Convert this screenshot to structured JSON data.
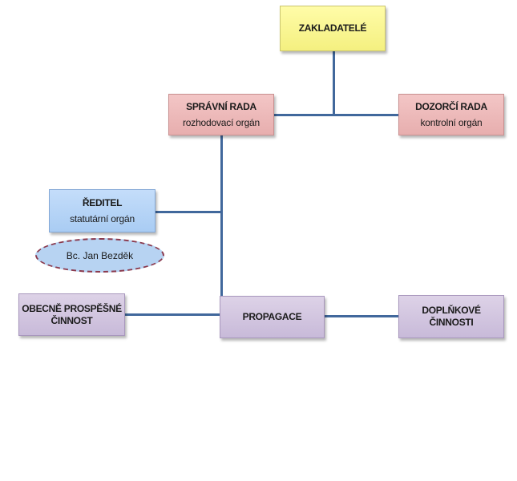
{
  "diagram": {
    "nodes": {
      "zakladatele": {
        "title": "ZAKLADATELÉ"
      },
      "spravni_rada": {
        "title": "SPRÁVNÍ RADA",
        "subtitle": "rozhodovací orgán"
      },
      "dozorci_rada": {
        "title": "DOZORČÍ RADA",
        "subtitle": "kontrolní orgán"
      },
      "reditel": {
        "title": "ŘEDITEL",
        "subtitle": "statutární orgán"
      },
      "reditel_person": {
        "title": "Bc. Jan Bezděk"
      },
      "obecne": {
        "title_line1": "OBECNĚ PROSPĚŠNÉ",
        "title_line2": "ČINNOST"
      },
      "propagace": {
        "title": "PROPAGACE"
      },
      "doplnkove": {
        "title_line1": "DOPLŇKOVÉ",
        "title_line2": "ČINNOSTI"
      }
    },
    "colors": {
      "connector": "#41689c",
      "yellow": "#f8f593",
      "pink": "#eebaba",
      "blue": "#b5d4f7",
      "purple": "#d2c6e0",
      "ellipse_border": "#8a3a4e"
    }
  }
}
